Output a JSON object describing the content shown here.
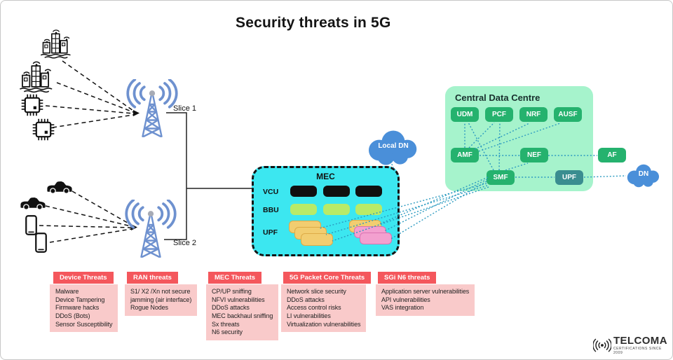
{
  "title": "Security threats in 5G",
  "ran": {
    "slice1_label": "Slice 1",
    "slice2_label": "Slice 2"
  },
  "mec": {
    "title": "MEC",
    "row1": "VCU",
    "row2": "BBU",
    "row3": "UPF"
  },
  "clouds": {
    "local_dn": "Local DN",
    "dn": "DN"
  },
  "cdc": {
    "title": "Central Data Centre",
    "udm": "UDM",
    "pcf": "PCF",
    "nrf": "NRF",
    "ausf": "AUSF",
    "amf": "AMF",
    "nef": "NEF",
    "smf": "SMF",
    "upf": "UPF"
  },
  "af": "AF",
  "threat_sections": [
    {
      "header": "Device Threats",
      "items": [
        "Malware",
        "Device Tampering",
        "Firmware hacks",
        "DDoS (Bots)",
        "Sensor Susceptibility"
      ]
    },
    {
      "header": "RAN threats",
      "items": [
        "S1/ X2 /Xn not secure",
        "jamming (air interface)",
        "Rogue Nodes"
      ]
    },
    {
      "header": "MEC Threats",
      "items": [
        "CP/UP sniffing",
        "NFVI vulnerabilities",
        "DDoS attacks",
        "MEC backhaul sniffing",
        "Sx threats",
        "N6 security"
      ]
    },
    {
      "header": "5G Packet Core Threats",
      "items": [
        "Network slice security",
        "DDoS attacks",
        "Access control risks",
        "LI vulnerabilities",
        "Virtualization vulnerabilities"
      ]
    },
    {
      "header": "SGi N6 threats",
      "items": [
        "Application server vulnerabilities",
        "API vulnerabilities",
        "VAS integration"
      ]
    }
  ],
  "logo": {
    "name": "TELCOMA",
    "tagline": "CERTIFICATIONS SINCE 2009"
  },
  "colors": {
    "mec_bg": "#3ce7f0",
    "cdc_bg": "#a6f3cc",
    "node_green": "#25b26e",
    "node_teal": "#3a8d90",
    "cloud_blue": "#4a8fd9",
    "header_red": "#f4575c",
    "list_pink": "#f9caca",
    "bbu_green": "#b9ea67",
    "upf_yellow": "#f2cd70",
    "upf_pink": "#f3a0cf",
    "connector_teal": "#2b9ac0",
    "tower_blue": "#6e91cf"
  }
}
